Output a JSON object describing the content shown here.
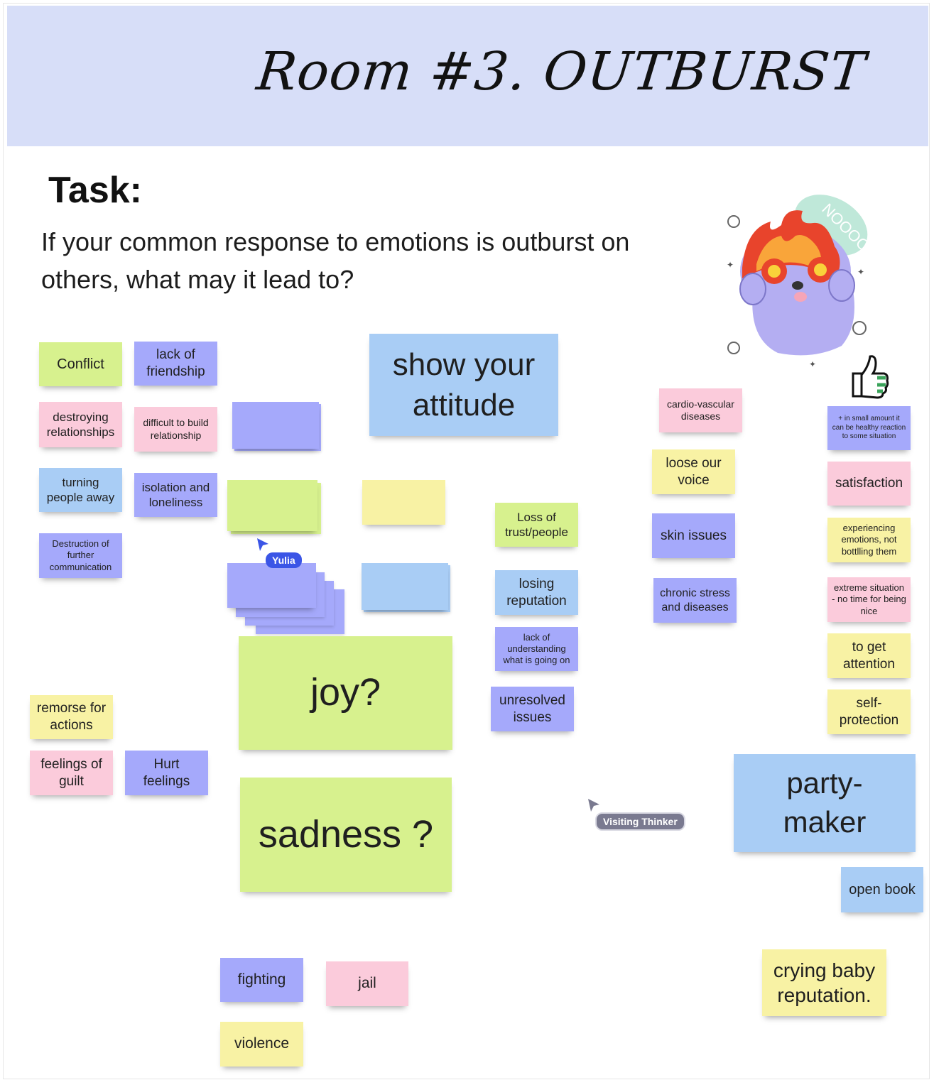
{
  "header": {
    "title": "Room #3. OUTBURST"
  },
  "task": {
    "heading": "Task:",
    "question": "If your common response to emotions is outburst on others, what may it lead to?"
  },
  "sticker": {
    "bubble_text": "NOOOOO",
    "icon": "angry-cat-fire-icon"
  },
  "cursors": {
    "yulia": {
      "label": "Yulia",
      "color": "#3b55e6"
    },
    "visitor": {
      "label": "Visiting Thinker",
      "color": "#7a7a90"
    }
  },
  "colors": {
    "green": "#d7f18e",
    "violet": "#a5a9fb",
    "pink": "#fbcbdb",
    "yellow": "#f8f2a4",
    "blue": "#a9cdf5",
    "banner": "#d7def8"
  },
  "notes": {
    "conflict": "Conflict",
    "lack_friendship": "lack of friendship",
    "destroying": "destroying relationships",
    "difficult_build": "difficult to build relationship",
    "turning_away": "turning people away",
    "isolation": "isolation and loneliness",
    "destruction_comm": "Destruction of further communication",
    "show_attitude": "show your attitude",
    "loss_trust": "Loss of trust/people",
    "losing_reputation": "losing reputation",
    "lack_understanding": "lack of understanding what is going on",
    "unresolved": "unresolved issues",
    "joy": "joy?",
    "sadness": "sadness ?",
    "remorse": "remorse for actions",
    "guilt": "feelings of guilt",
    "hurt": "Hurt feelings",
    "cardio": "cardio-vascular diseases",
    "loose_voice": "loose our voice",
    "skin": "skin issues",
    "chronic": "chronic stress and diseases",
    "small_amount": "+ in small amount it can be healthy reaction to some situation",
    "satisfaction": "satisfaction",
    "experiencing": "experiencing emotions, not bottlling them",
    "extreme": "extreme situation - no time for being nice",
    "attention": "to get attention",
    "self_protection": "self-protection",
    "party_maker": "party-maker",
    "open_book": "open book",
    "crying_baby": "crying baby reputation.",
    "fighting": "fighting",
    "jail": "jail",
    "violence": "violence"
  }
}
